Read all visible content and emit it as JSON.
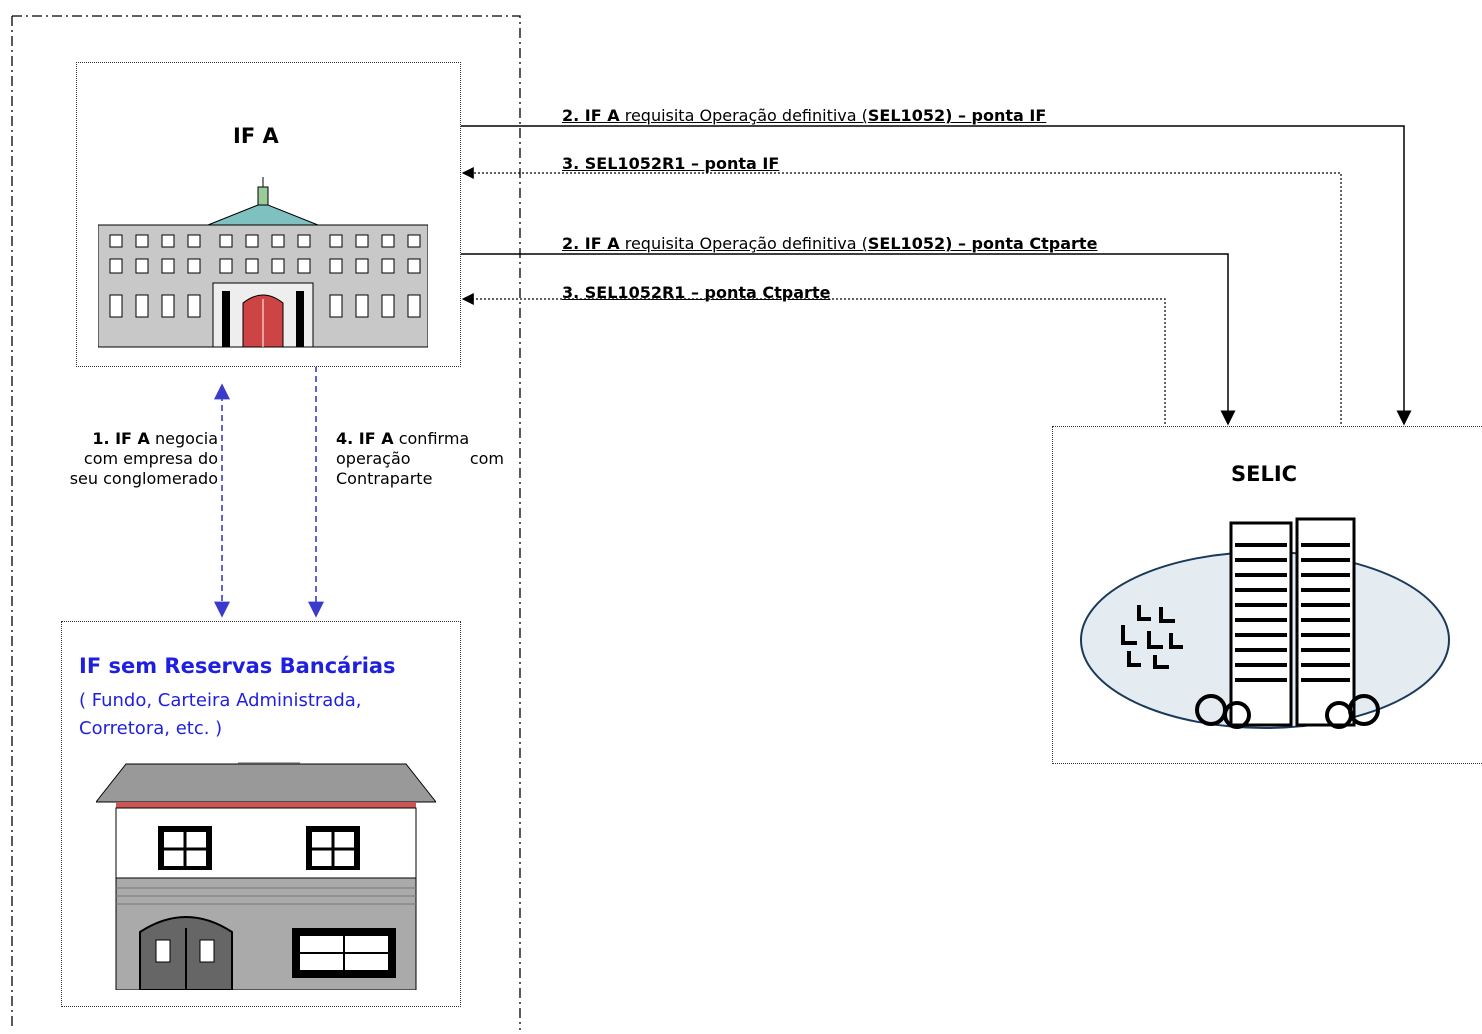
{
  "if_a": {
    "title": "IF A"
  },
  "if_sem": {
    "title": "IF sem Reservas Bancárias",
    "subtitle_line1": "( Fundo, Carteira Administrada,",
    "subtitle_line2": "Corretora, etc. )"
  },
  "selic": {
    "title": "SELIC"
  },
  "arrows": {
    "a1": {
      "num": "2. IF A",
      "text": " requisita Operação definitiva (",
      "bold": "SEL1052) – ponta IF"
    },
    "a2": {
      "bold": "3. SEL1052R1 – ponta IF"
    },
    "a3": {
      "num": "2. IF A",
      "text": " requisita Operação definitiva (",
      "bold": "SEL1052) – ponta Ctparte"
    },
    "a4": {
      "bold": "3. SEL1052R1 – ponta Ctparte"
    }
  },
  "step1": {
    "bold": "1. IF A",
    "text1": " negocia",
    "line2": "com empresa do",
    "line3": "seu conglomerado"
  },
  "step4": {
    "bold": "4. IF A",
    "text1": " confirma",
    "line2a": "operação",
    "line2b": "com",
    "line3": "Contraparte"
  },
  "colors": {
    "blue_arrow": "#3a3acc",
    "title_blue": "#1f1fe0"
  }
}
